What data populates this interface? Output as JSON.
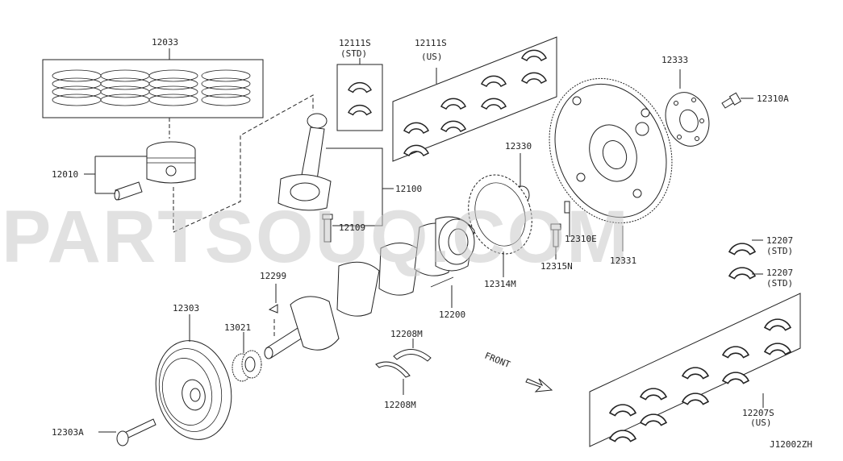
{
  "watermark": "PARTSOUQ.COM",
  "diagram_code": "J12002ZH",
  "front_label": "FRONT",
  "callouts": {
    "piston_rings": "12033",
    "piston": "12010",
    "bearing_std_code": "12111S",
    "bearing_std_note": "(STD)",
    "bearing_us_code": "12111S",
    "bearing_us_note": "(US)",
    "conrod": "12100",
    "conrod_bolt": "12109",
    "gear": "12330",
    "flywheel": "12331",
    "flywheel_plate": "12333",
    "flywheel_bolt": "12310A",
    "dowel": "12310E",
    "sensor_bolt": "12315N",
    "signal_plate": "12314M",
    "crankshaft": "12200",
    "key": "12299",
    "pulley": "12303",
    "pulley_bolt": "12303A",
    "sprocket": "13021",
    "thrust_upper": "12208M",
    "thrust_lower": "12208M",
    "main_bearing_1_code": "12207",
    "main_bearing_1_note": "(STD)",
    "main_bearing_2_code": "12207",
    "main_bearing_2_note": "(STD)",
    "main_bearing_us_code": "12207S",
    "main_bearing_us_note": "(US)"
  }
}
